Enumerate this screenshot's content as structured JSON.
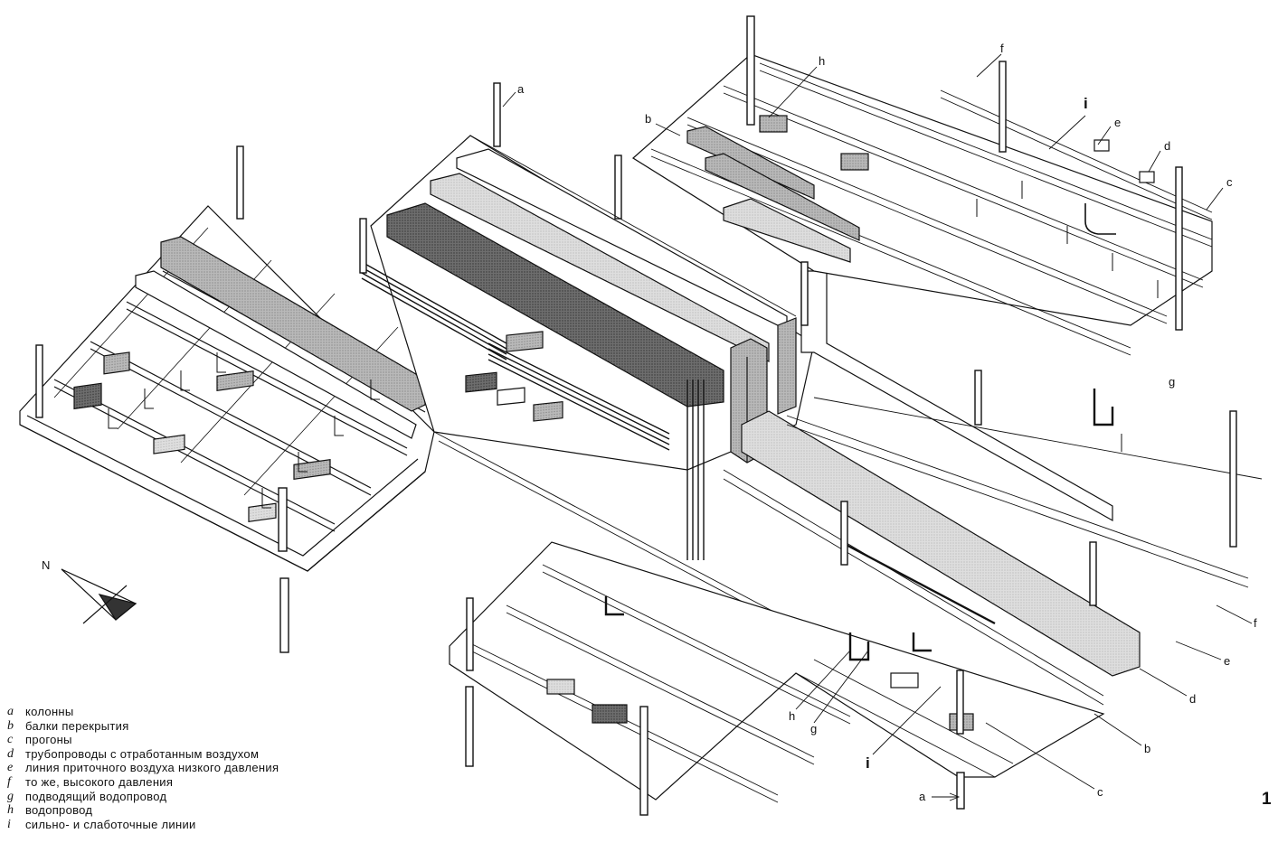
{
  "figure": {
    "number": "1",
    "north_label": "N"
  },
  "legend": [
    {
      "key": "a",
      "text": "колонны"
    },
    {
      "key": "b",
      "text": "балки перекрытия"
    },
    {
      "key": "c",
      "text": "прогоны"
    },
    {
      "key": "d",
      "text": "трубопроводы с отработанным воздухом"
    },
    {
      "key": "e",
      "text": "линия приточного воздуха низкого давления"
    },
    {
      "key": "f",
      "text": "то же, высокого давления"
    },
    {
      "key": "g",
      "text": "подводящий водопровод"
    },
    {
      "key": "h",
      "text": "водопровод"
    },
    {
      "key": "i",
      "text": "сильно- и слаботочные линии"
    }
  ],
  "callouts": {
    "a_top": "a",
    "b_top": "b",
    "h_top": "h",
    "f_top": "f",
    "i_top": "i",
    "e_top": "e",
    "d_top": "d",
    "c_top": "c",
    "g_right": "g",
    "f_right": "f",
    "e_right": "e",
    "d_right": "d",
    "b_right": "b",
    "c_bottom": "c",
    "a_bottom": "a",
    "i_bottom": "i",
    "h_bottom": "h",
    "g_bottom": "g"
  },
  "colors": {
    "ink": "#111111",
    "duct_dark": "#5a5a5a",
    "duct_mid": "#9a9a9a",
    "duct_light": "#cfcfcf",
    "paper": "#ffffff"
  }
}
